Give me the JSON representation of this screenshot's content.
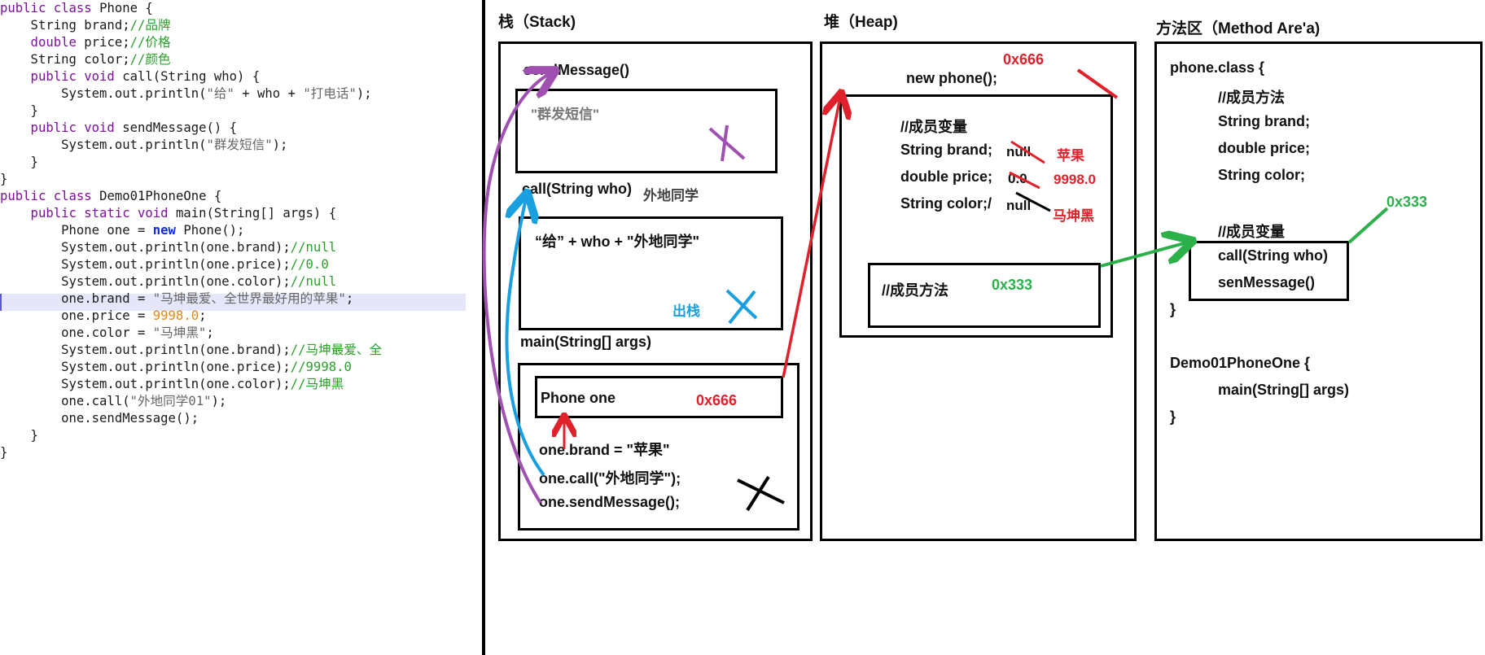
{
  "code": {
    "lines": [
      [
        {
          "t": "public class ",
          "c": "kw"
        },
        {
          "t": "Phone {",
          "c": ""
        }
      ],
      [
        {
          "t": "    String brand;",
          "c": ""
        },
        {
          "t": "//品牌",
          "c": "cm"
        }
      ],
      [
        {
          "t": "    double ",
          "c": "kw"
        },
        {
          "t": "price;",
          "c": ""
        },
        {
          "t": "//价格",
          "c": "cm"
        }
      ],
      [
        {
          "t": "    String color;",
          "c": ""
        },
        {
          "t": "//颜色",
          "c": "cm"
        }
      ],
      [
        {
          "t": "    public void ",
          "c": "kw"
        },
        {
          "t": "call(String who) {",
          "c": ""
        }
      ],
      [
        {
          "t": "        System.out.println(",
          "c": ""
        },
        {
          "t": "\"给\"",
          "c": "str"
        },
        {
          "t": " + who + ",
          "c": ""
        },
        {
          "t": "\"打电话\"",
          "c": "str"
        },
        {
          "t": ");",
          "c": ""
        }
      ],
      [
        {
          "t": "    }",
          "c": ""
        }
      ],
      [
        {
          "t": "    public void ",
          "c": "kw"
        },
        {
          "t": "sendMessage() {",
          "c": ""
        }
      ],
      [
        {
          "t": "        System.out.println(",
          "c": ""
        },
        {
          "t": "\"群发短信\"",
          "c": "str"
        },
        {
          "t": ");",
          "c": ""
        }
      ],
      [
        {
          "t": "    }",
          "c": ""
        }
      ],
      [
        {
          "t": "}",
          "c": ""
        }
      ],
      [
        {
          "t": "public class ",
          "c": "kw"
        },
        {
          "t": "Demo01PhoneOne {",
          "c": ""
        }
      ],
      [
        {
          "t": "    public static void ",
          "c": "kw"
        },
        {
          "t": "main(String[] args) {",
          "c": ""
        }
      ],
      [
        {
          "t": "        Phone one = ",
          "c": ""
        },
        {
          "t": "new ",
          "c": "kb"
        },
        {
          "t": "Phone();",
          "c": ""
        }
      ],
      [
        {
          "t": "        System.out.println(one.brand);",
          "c": ""
        },
        {
          "t": "//null",
          "c": "cm"
        }
      ],
      [
        {
          "t": "        System.out.println(one.price);",
          "c": ""
        },
        {
          "t": "//0.0",
          "c": "cm"
        }
      ],
      [
        {
          "t": "        System.out.println(one.color);",
          "c": ""
        },
        {
          "t": "//null",
          "c": "cm"
        }
      ],
      [
        {
          "t": "        one.brand = ",
          "c": ""
        },
        {
          "t": "\"马坤最爱、全世界最好用的苹果\"",
          "c": "str"
        },
        {
          "t": ";",
          "c": ""
        }
      ],
      [
        {
          "t": "        one.price = ",
          "c": ""
        },
        {
          "t": "9998.0",
          "c": "num"
        },
        {
          "t": ";",
          "c": ""
        }
      ],
      [
        {
          "t": "        one.color = ",
          "c": ""
        },
        {
          "t": "\"马坤黑\"",
          "c": "str"
        },
        {
          "t": ";",
          "c": ""
        }
      ],
      [
        {
          "t": "        System.out.println(one.brand);",
          "c": ""
        },
        {
          "t": "//马坤最爱、全",
          "c": "cm"
        }
      ],
      [
        {
          "t": "        System.out.println(one.price);",
          "c": ""
        },
        {
          "t": "//9998.0",
          "c": "cm"
        }
      ],
      [
        {
          "t": "        System.out.println(one.color);",
          "c": ""
        },
        {
          "t": "//马坤黑",
          "c": "cm"
        }
      ],
      [
        {
          "t": "        one.call(",
          "c": ""
        },
        {
          "t": "\"外地同学01\"",
          "c": "str"
        },
        {
          "t": ");",
          "c": ""
        }
      ],
      [
        {
          "t": "        one.sendMessage();",
          "c": ""
        }
      ],
      [
        {
          "t": "    }",
          "c": ""
        }
      ],
      [
        {
          "t": "}",
          "c": ""
        }
      ]
    ]
  },
  "stack": {
    "title": "栈（Stack)",
    "send_frame_label": "sendMessage()",
    "send_frame_text": "\"群发短信\"",
    "call_frame_label": "call(String who)",
    "call_frame_arg": "外地同学",
    "call_frame_text": "“给” + who + \"外地同学\"",
    "pop_label": "出栈",
    "main_frame_label": "main(String[] args)",
    "phone_var": "Phone one",
    "phone_addr": "0x666",
    "stmt1": "one.brand = \"苹果\"",
    "stmt2": "one.call(\"外地同学\");",
    "stmt3": "one.sendMessage();"
  },
  "heap": {
    "title": "堆（Heap)",
    "new_stmt": "new phone();",
    "addr": "0x666",
    "members_title": "//成员变量",
    "brand_decl": "String brand;",
    "brand_old": "null",
    "brand_new": "苹果",
    "price_decl": "double price;",
    "price_old": "0.0",
    "price_new": "9998.0",
    "color_decl": "String color;/",
    "color_old": "null",
    "color_new": "马坤黑",
    "methods_title": "//成员方法",
    "methods_addr": "0x333"
  },
  "method_area": {
    "title": "方法区（Method Are'a)",
    "class_open": "phone.class {",
    "methods_comment": "//成员方法",
    "f_brand": "String brand;",
    "f_price": "double price;",
    "f_color": "String color;",
    "vars_comment": "//成员变量",
    "addr": "0x333",
    "m_call": "call(String who)",
    "m_send": "senMessage()",
    "class_close": "}",
    "demo_open": "Demo01PhoneOne {",
    "demo_main": "main(String[] args)",
    "demo_close": "}"
  },
  "colors": {
    "red": "#e0202a",
    "blue": "#1a9fe0",
    "purple": "#a050b0",
    "green": "#2bb04a",
    "black": "#000000"
  }
}
